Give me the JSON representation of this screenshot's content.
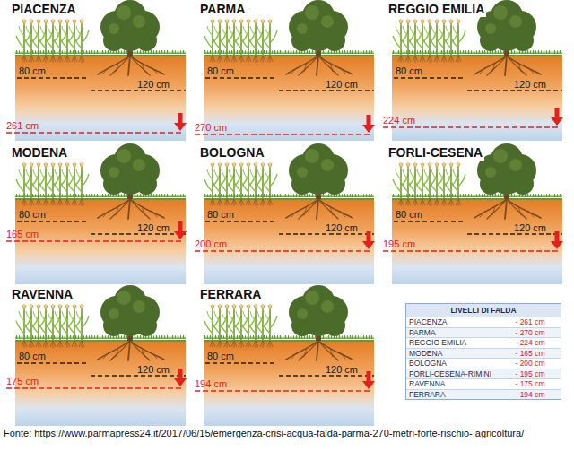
{
  "diagram": {
    "caption": "Fonte: https://www.parmapress24.it/2017/06/15/emergenza-crisi-acqua-falda-parma-270-metri-forte-rischio- agricoltura/",
    "nodes": [
      {
        "text": [
          "PIACENZA",
          "80 cm",
          "120 cm",
          "261 cm"
        ]
      },
      {
        "text": [
          "PARMA",
          "80 cm",
          "120 cm",
          "270 cm"
        ]
      },
      {
        "text": [
          "REGGIO EMILIA",
          "80 cm",
          "120 cm",
          "224 cm"
        ]
      },
      {
        "text": [
          "MODENA",
          "80 cm",
          "120 cm",
          "165 cm"
        ]
      },
      {
        "text": [
          "BOLOGNA",
          "80 cm",
          "120 cm",
          "200 cm"
        ]
      },
      {
        "text": [
          "FORLI-CESENA",
          "80 cm",
          "120 cm",
          "195 cm"
        ]
      },
      {
        "text": [
          "RAVENNA",
          "80 cm",
          "120 cm",
          "175 cm"
        ]
      },
      {
        "text": [
          "FERRARA",
          "80 cm",
          "120 cm",
          "194 cm"
        ]
      },
      {
        "text": [
          "LIVELLI DI FALDA"
        ]
      }
    ],
    "labels": [
      "PIACENZA",
      "- 261 cm",
      "PARMA",
      "- 270 cm",
      "REGGIO EMILIA",
      "- 224 cm",
      "MODENA",
      "- 165 cm",
      "BOLOGNA",
      "- 200 cm",
      "FORLI-CESENA-RIMINI",
      "- 195 cm",
      "RAVENNA",
      "- 175 cm",
      "FERRARA",
      "- 194 cm"
    ]
  }
}
